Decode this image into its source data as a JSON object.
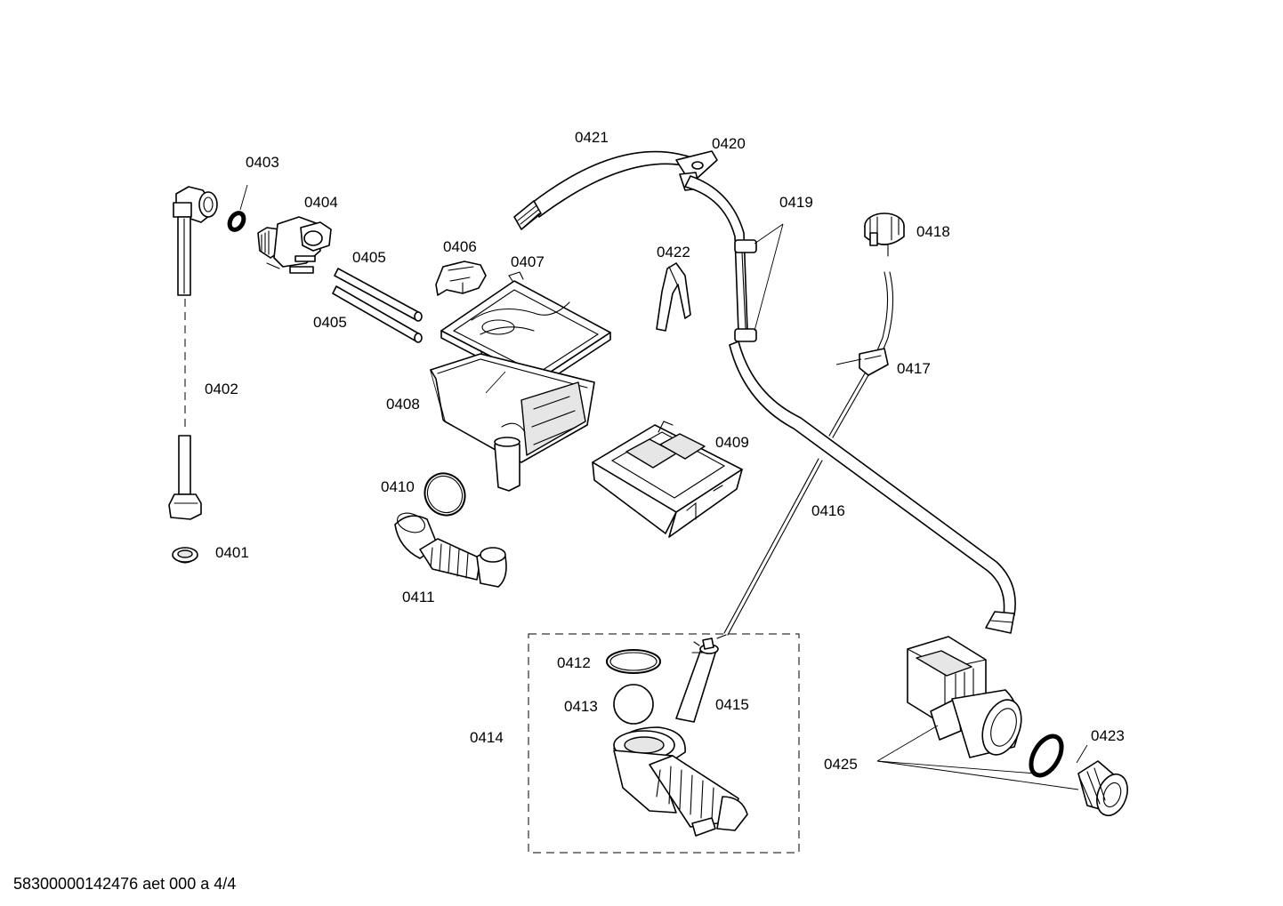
{
  "labels": {
    "p0401": "0401",
    "p0402": "0402",
    "p0403": "0403",
    "p0404": "0404",
    "p0405a": "0405",
    "p0405b": "0405",
    "p0406": "0406",
    "p0407": "0407",
    "p0408": "0408",
    "p0409": "0409",
    "p0410": "0410",
    "p0411": "0411",
    "p0412": "0412",
    "p0413": "0413",
    "p0414": "0414",
    "p0415": "0415",
    "p0416": "0416",
    "p0417": "0417",
    "p0418": "0418",
    "p0419": "0419",
    "p0420": "0420",
    "p0421": "0421",
    "p0422": "0422",
    "p0423": "0423",
    "p0425": "0425"
  },
  "footer": "58300000142476 aet 000 a 4/4"
}
